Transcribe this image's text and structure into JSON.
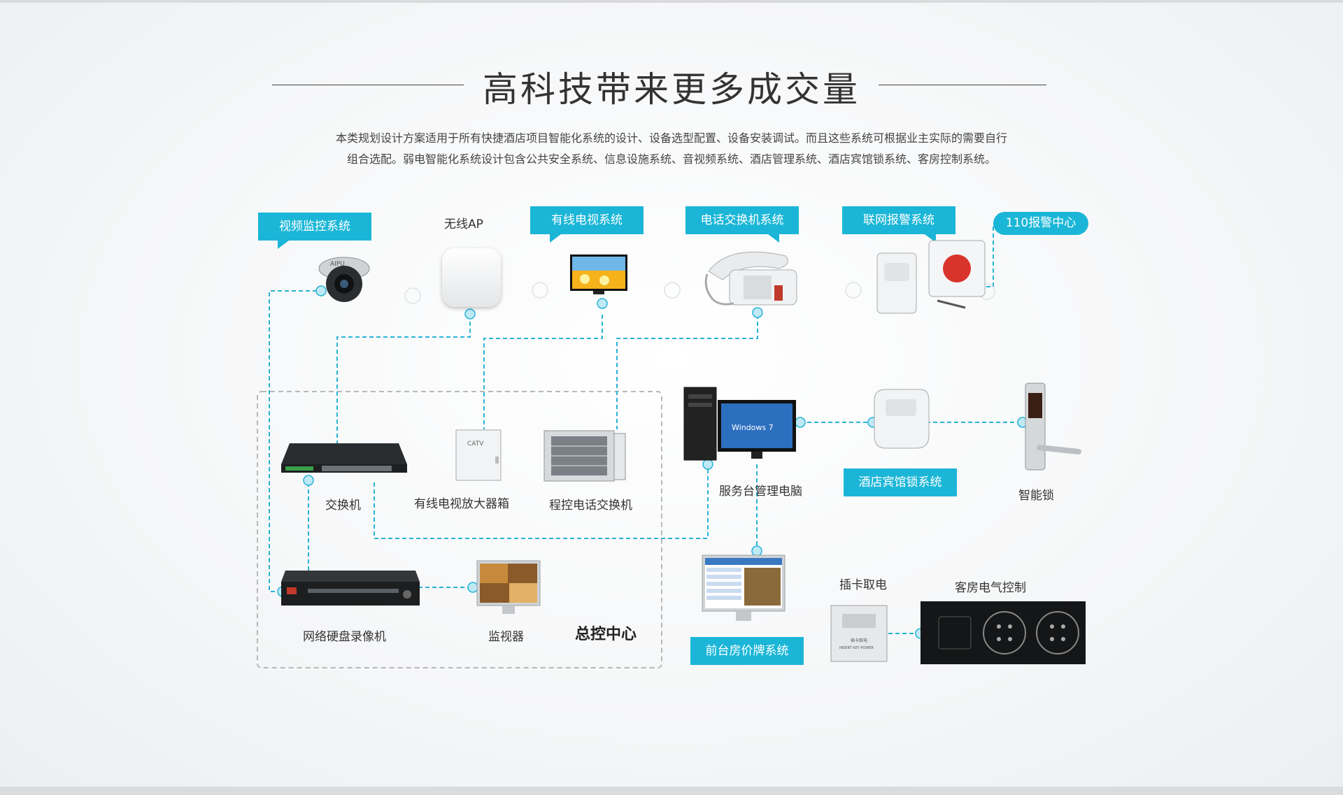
{
  "header": {
    "title": "高科技带来更多成交量",
    "intro_line1": "本类规划设计方案适用于所有快捷酒店项目智能化系统的设计、设备选型配置、设备安装调试。而且这些系统可根据业主实际的需要自行",
    "intro_line2": "组合选配。弱电智能化系统设计包含公共安全系统、信息设施系统、音视频系统、酒店管理系统、酒店宾馆锁系统、客房控制系统。"
  },
  "tags": {
    "video": "视频监控系统",
    "catv": "有线电视系统",
    "pbx": "电话交换机系统",
    "alarm": "联网报警系统",
    "alarm_center": "110报警中心",
    "lock": "酒店宾馆锁系统",
    "price": "前台房价牌系统"
  },
  "labels": {
    "wireless_ap": "无线AP",
    "switch": "交换机",
    "catv_amp": "有线电视放大器箱",
    "pbx_exchange": "程控电话交换机",
    "front_pc": "服务台管理电脑",
    "smart_lock": "智能锁",
    "nvr": "网络硬盘录像机",
    "monitor": "监视器",
    "control_center": "总控中心",
    "card_power": "插卡取电",
    "room_control": "客房电气控制"
  },
  "device_text": {
    "camera_brand": "AIPU",
    "catv_box": "CATV",
    "windows": "Windows 7",
    "card_switch_cn": "插卡取电",
    "card_switch_en": "INSERT KEY POWER"
  },
  "colors": {
    "accent": "#1bb6d7",
    "line": "#29b3d6",
    "box_border": "#b8b8b8"
  }
}
